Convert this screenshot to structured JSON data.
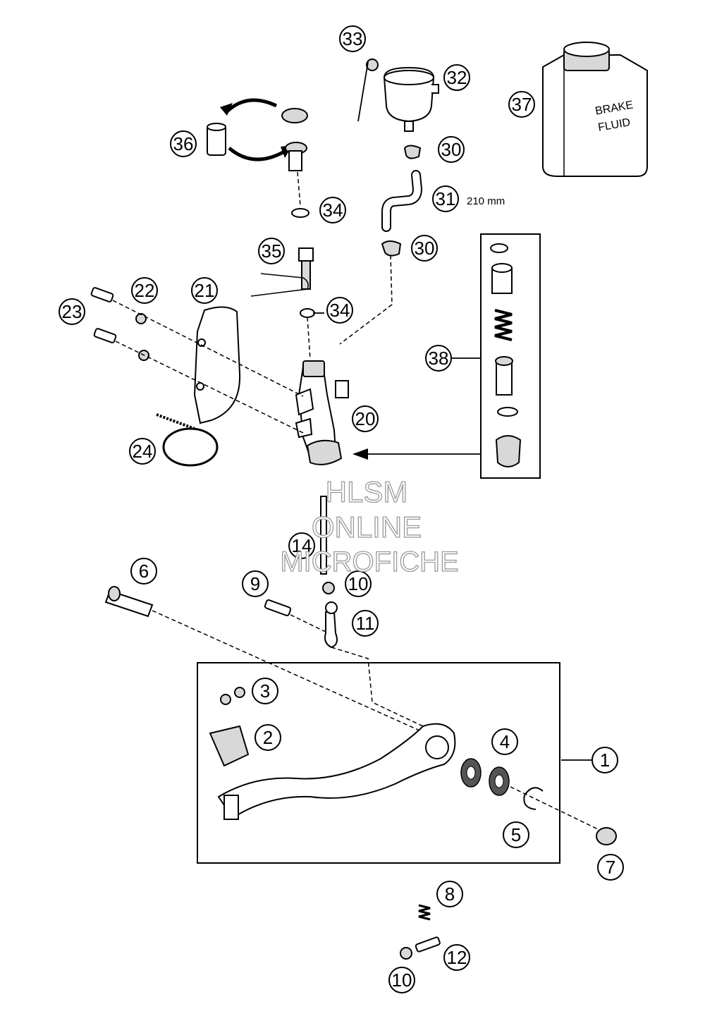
{
  "diagram": {
    "callouts": {
      "c1": "1",
      "c2": "2",
      "c3": "3",
      "c4": "4",
      "c5": "5",
      "c6": "6",
      "c7": "7",
      "c8": "8",
      "c9": "9",
      "c10a": "10",
      "c10b": "10",
      "c11": "11",
      "c12": "12",
      "c14": "14",
      "c20": "20",
      "c21": "21",
      "c22": "22",
      "c23": "23",
      "c24": "24",
      "c30a": "30",
      "c30b": "30",
      "c31": "31",
      "c32": "32",
      "c33": "33",
      "c34a": "34",
      "c34b": "34",
      "c35": "35",
      "c36": "36",
      "c37": "37",
      "c38": "38"
    },
    "hose_length": "210 mm",
    "can_label_line1": "BRAKE",
    "can_label_line2": "FLUID"
  },
  "watermark": {
    "line1": "HLSM",
    "line2": "ONLINE",
    "line3": "MICROFICHE"
  }
}
